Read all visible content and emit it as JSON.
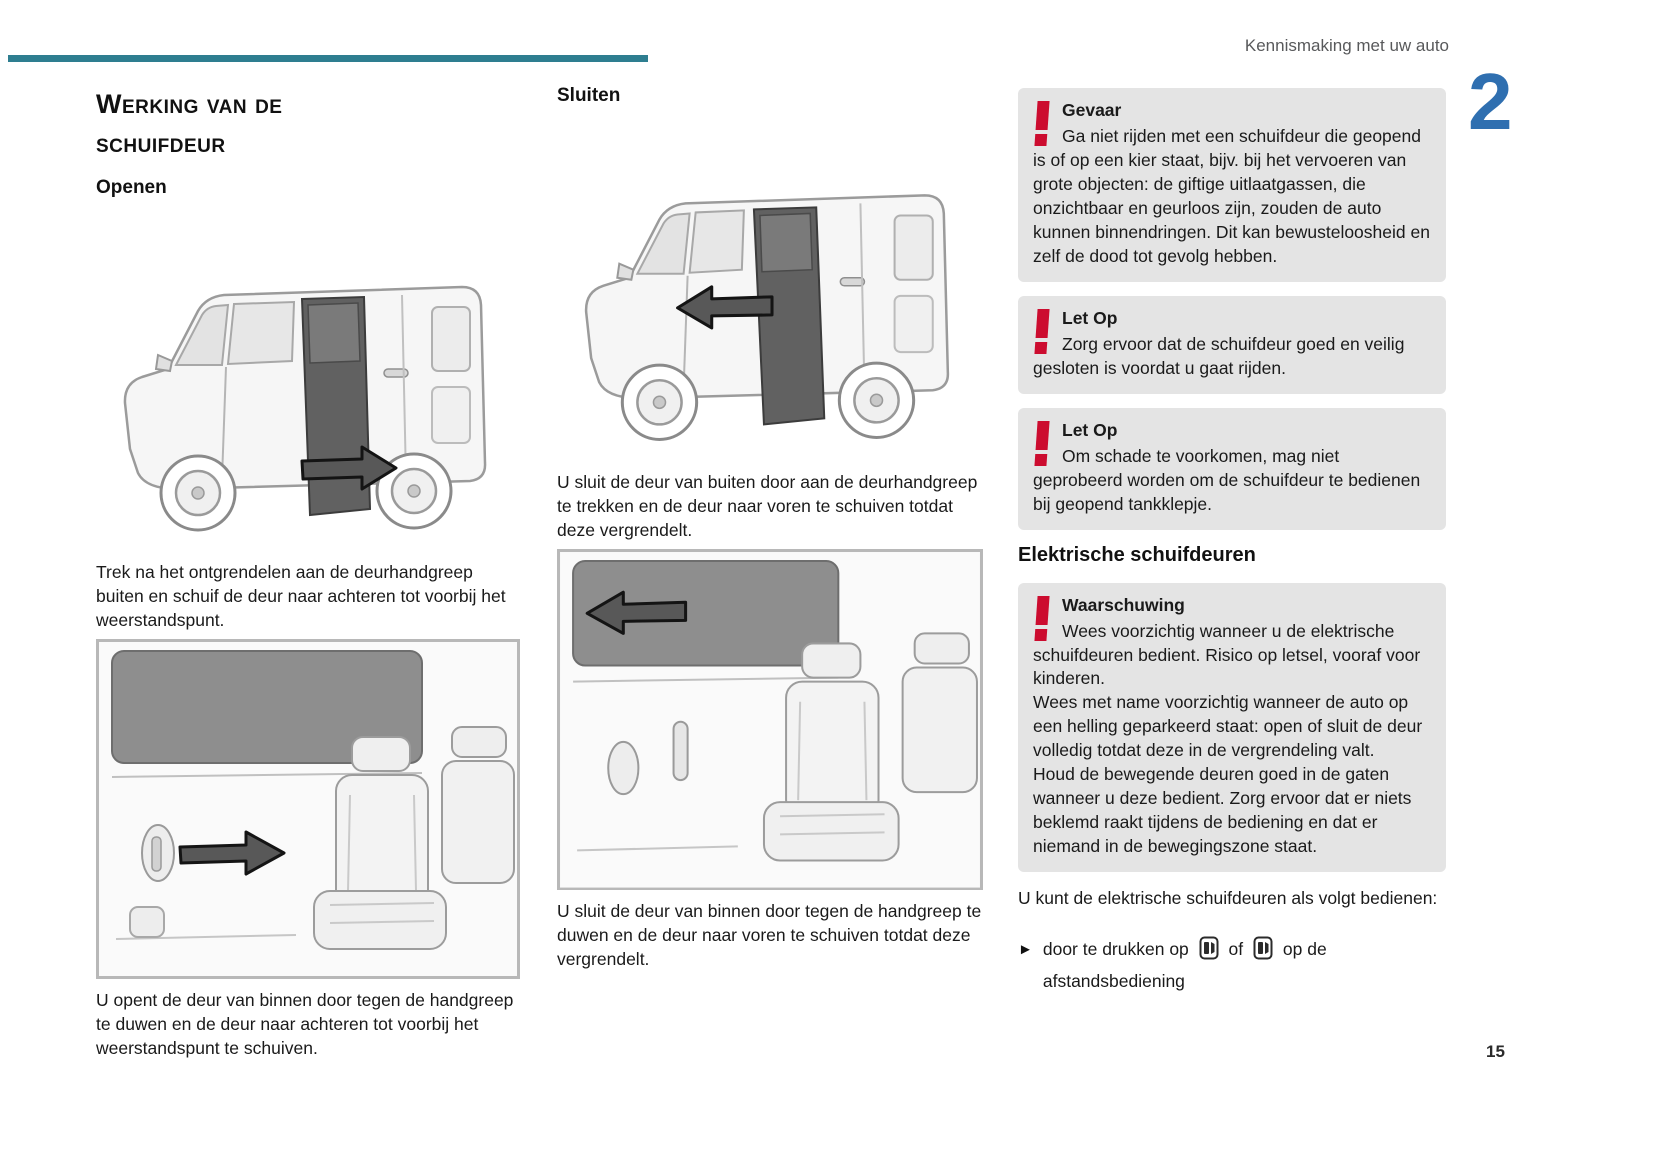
{
  "page": {
    "header": "Kennismaking met uw auto",
    "chapter_number": "2",
    "page_number": "15"
  },
  "colors": {
    "accent_teal": "#2e7e90",
    "chapter_blue": "#2f6fb0",
    "warning_red": "#cc0c2f",
    "box_gray": "#e4e4e4"
  },
  "left_column": {
    "title_line1": "Werking van de",
    "title_line2": "schuifdeur",
    "heading": "Openen",
    "caption_exterior": "Trek na het ontgrendelen aan de deurhandgreep buiten en schuif de deur naar achteren tot voorbij het weerstandspunt.",
    "caption_interior": "U opent de deur van binnen door tegen de handgreep te duwen en de deur naar achteren tot voorbij het weerstandspunt te schuiven."
  },
  "middle_column": {
    "heading": "Sluiten",
    "caption_exterior": "U sluit de deur van buiten door aan de deurhandgreep te trekken en de deur naar voren te schuiven totdat deze vergrendelt.",
    "caption_interior": "U sluit de deur van binnen door tegen de handgreep te duwen en de deur naar voren te schuiven totdat deze vergrendelt."
  },
  "right_column": {
    "boxes": [
      {
        "title": "Gevaar",
        "text": "Ga niet rijden met een schuifdeur die geopend is of op een kier staat, bijv. bij het vervoeren van grote objecten: de giftige uitlaatgassen, die onzichtbaar en geurloos zijn, zouden de auto kunnen binnendringen. Dit kan bewusteloosheid en zelf de dood tot gevolg hebben."
      },
      {
        "title": "Let Op",
        "text": "Zorg ervoor dat de schuifdeur goed en veilig gesloten is voordat u gaat rijden."
      },
      {
        "title": "Let Op",
        "text": "Om schade te voorkomen, mag niet geprobeerd worden om de schuifdeur te bedienen bij geopend tankklepje."
      }
    ],
    "section_heading": "Elektrische schuifdeuren",
    "warning_box": {
      "title": "Waarschuwing",
      "text": "Wees voorzichtig wanneer u de elektrische schuifdeuren bedient. Risico op letsel, vooraf voor kinderen.\nWees met name voorzichtig wanneer de auto op een helling geparkeerd staat: open of sluit de deur volledig totdat deze in de vergrendeling valt.\nHoud de bewegende deuren goed in de gaten wanneer u deze bedient. Zorg ervoor dat er niets beklemd raakt tijdens de bediening en dat er niemand in de bewegingszone staat."
    },
    "intro": "U kunt de elektrische schuifdeuren als volgt bedienen:",
    "bullet": {
      "marker": "►",
      "pre": "door te drukken op",
      "mid": "of",
      "post": "op de afstandsbediening"
    }
  }
}
